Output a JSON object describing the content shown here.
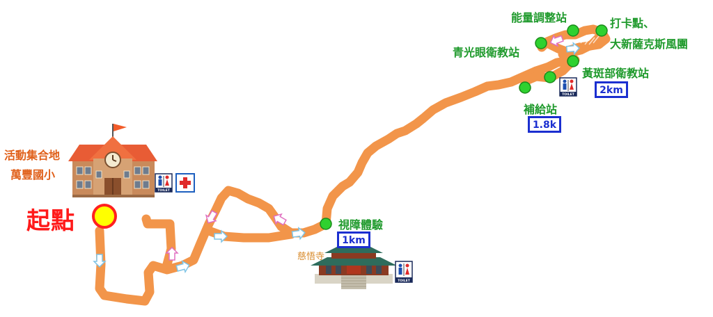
{
  "start": {
    "label": "起點",
    "assembly_line1": "活動集合地",
    "assembly_line2": "萬豐國小"
  },
  "stations": {
    "energy": "能量調整站",
    "checkin_line1": "打卡點、",
    "checkin_line2": "大新薩克斯風團",
    "green_eye": "青光眼衛教站",
    "macula": "黃斑部衛教站",
    "supply": "補給站",
    "blind": "視障體驗"
  },
  "landmarks": {
    "temple": "慈悟寺",
    "toilet_text": "TOILET"
  },
  "distances": {
    "d2": "2km",
    "d18": "1.8k",
    "d1": "1km"
  },
  "colors": {
    "route": "#f2954a",
    "checkpoint": "#2fd12f",
    "start_marker": "#ffff00",
    "distance_border": "#1b2fd0",
    "station_text": "#1f9a2c"
  },
  "icons": [
    "school-building",
    "toilet-icon",
    "first-aid-icon",
    "temple-building",
    "direction-arrow"
  ]
}
